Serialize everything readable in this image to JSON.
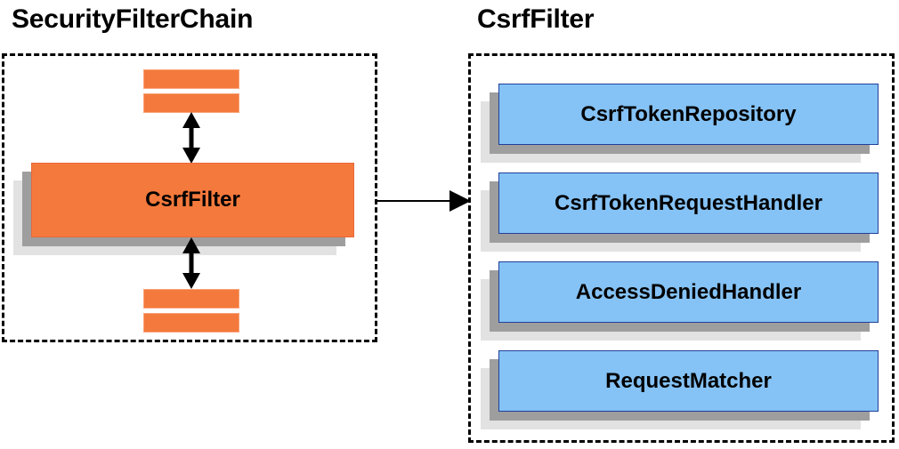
{
  "diagram": {
    "title_left": "SecurityFilterChain",
    "title_right": "CsrfFilter",
    "accent_orange": "#F4793C",
    "accent_blue": "#85C2F5",
    "blue_border": "#21409A",
    "shadow_near": "#9E9E9E",
    "shadow_far": "#E2E2E2",
    "outline": "#000000"
  },
  "left_panel": {
    "title": "SecurityFilterChain",
    "highlighted_filter": "CsrfFilter",
    "bars_above": [
      "",
      ""
    ],
    "bars_below": [
      "",
      ""
    ],
    "arrow_up_label": "",
    "arrow_down_label": ""
  },
  "right_panel": {
    "title": "CsrfFilter",
    "collaborators": [
      {
        "label": "CsrfTokenRepository"
      },
      {
        "label": "CsrfTokenRequestHandler"
      },
      {
        "label": "AccessDeniedHandler"
      },
      {
        "label": "RequestMatcher"
      }
    ]
  },
  "connector": {
    "from": "CsrfFilter",
    "to": "CsrfFilter detail panel",
    "label": ""
  }
}
